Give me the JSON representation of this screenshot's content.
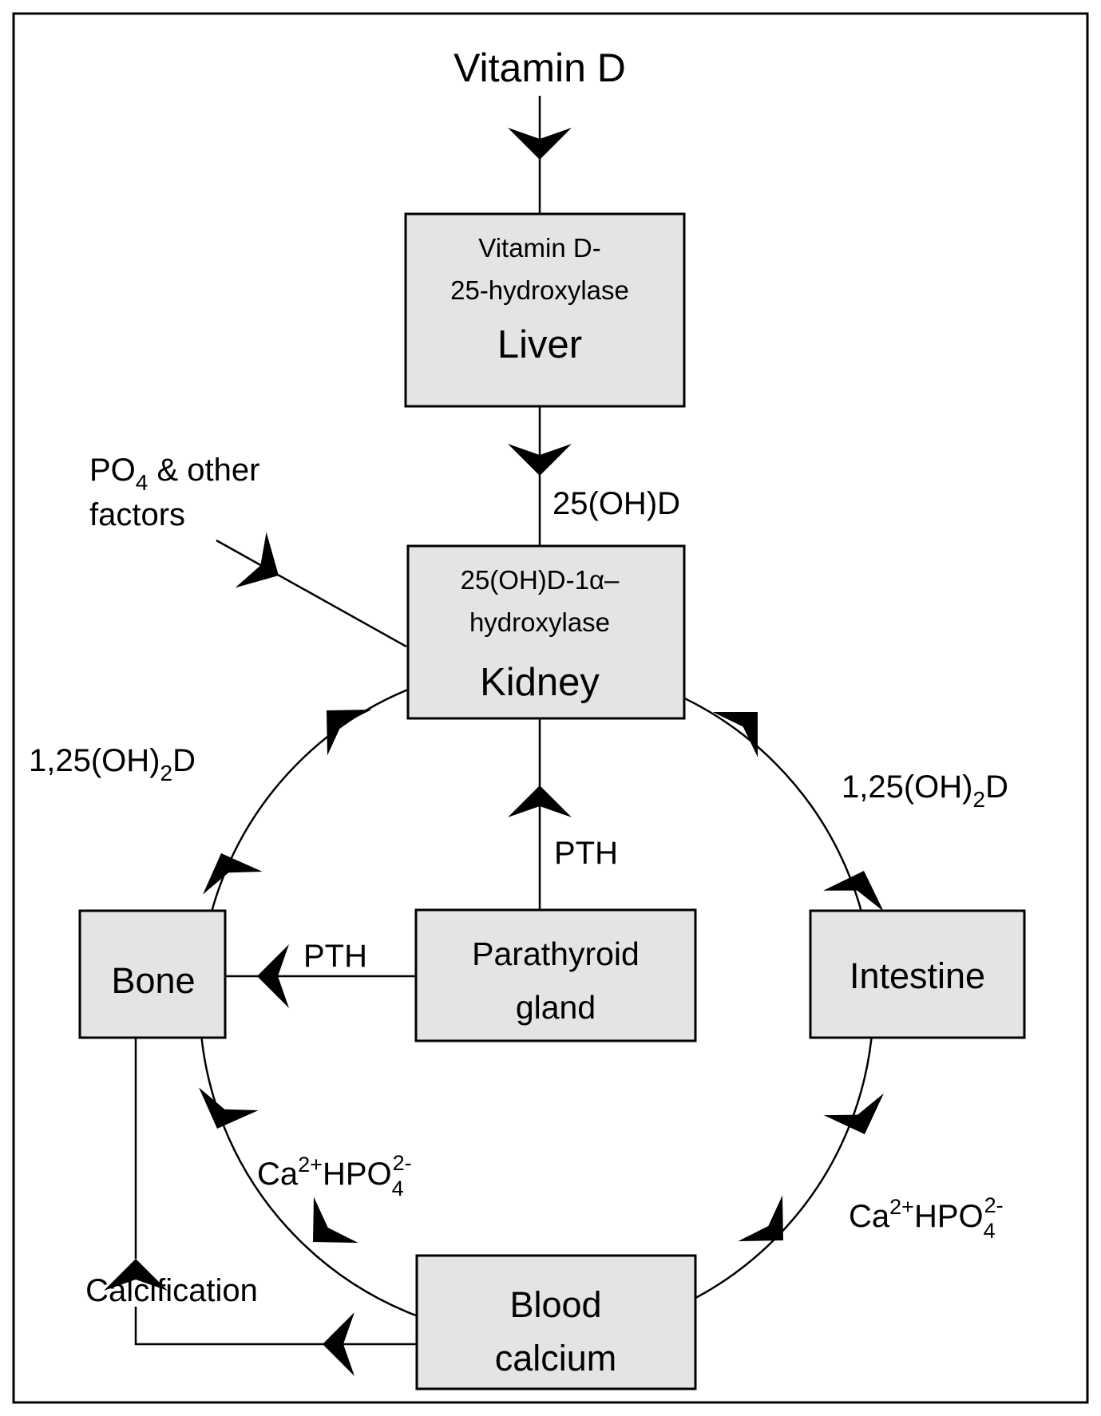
{
  "nodes": {
    "vitamin_d": "Vitamin D",
    "liver": {
      "enzyme_line1": "Vitamin D-",
      "enzyme_line2": "25-hydroxylase",
      "organ": "Liver"
    },
    "kidney": {
      "enzyme_line1": "25(OH)D-1α–",
      "enzyme_line2": "hydroxylase",
      "organ": "Kidney"
    },
    "bone": "Bone",
    "parathyroid": {
      "line1": "Parathyroid",
      "line2": "gland"
    },
    "intestine": "Intestine",
    "blood_calcium": {
      "line1": "Blood",
      "line2": "calcium"
    }
  },
  "labels": {
    "po4_main": "PO",
    "po4_sub": "4",
    "po4_rest": " & other",
    "factors": "factors",
    "oh_d": "25(OH)D",
    "dihydroxy_left": {
      "main": "1,25(OH)",
      "sub": "2",
      "end": "D"
    },
    "dihydroxy_right": {
      "main": "1,25(OH)",
      "sub": "2",
      "end": "D"
    },
    "pth_up": "PTH",
    "pth_left": "PTH",
    "ca_left": {
      "ca": "Ca",
      "ca_sup": "2+",
      "hpo": "HPO",
      "hpo_sub": "4",
      "hpo_sup": "2-"
    },
    "ca_right": {
      "ca": "Ca",
      "ca_sup": "2+",
      "hpo": "HPO",
      "hpo_sub": "4",
      "hpo_sup": "2-"
    },
    "calcification": "Calcification"
  }
}
